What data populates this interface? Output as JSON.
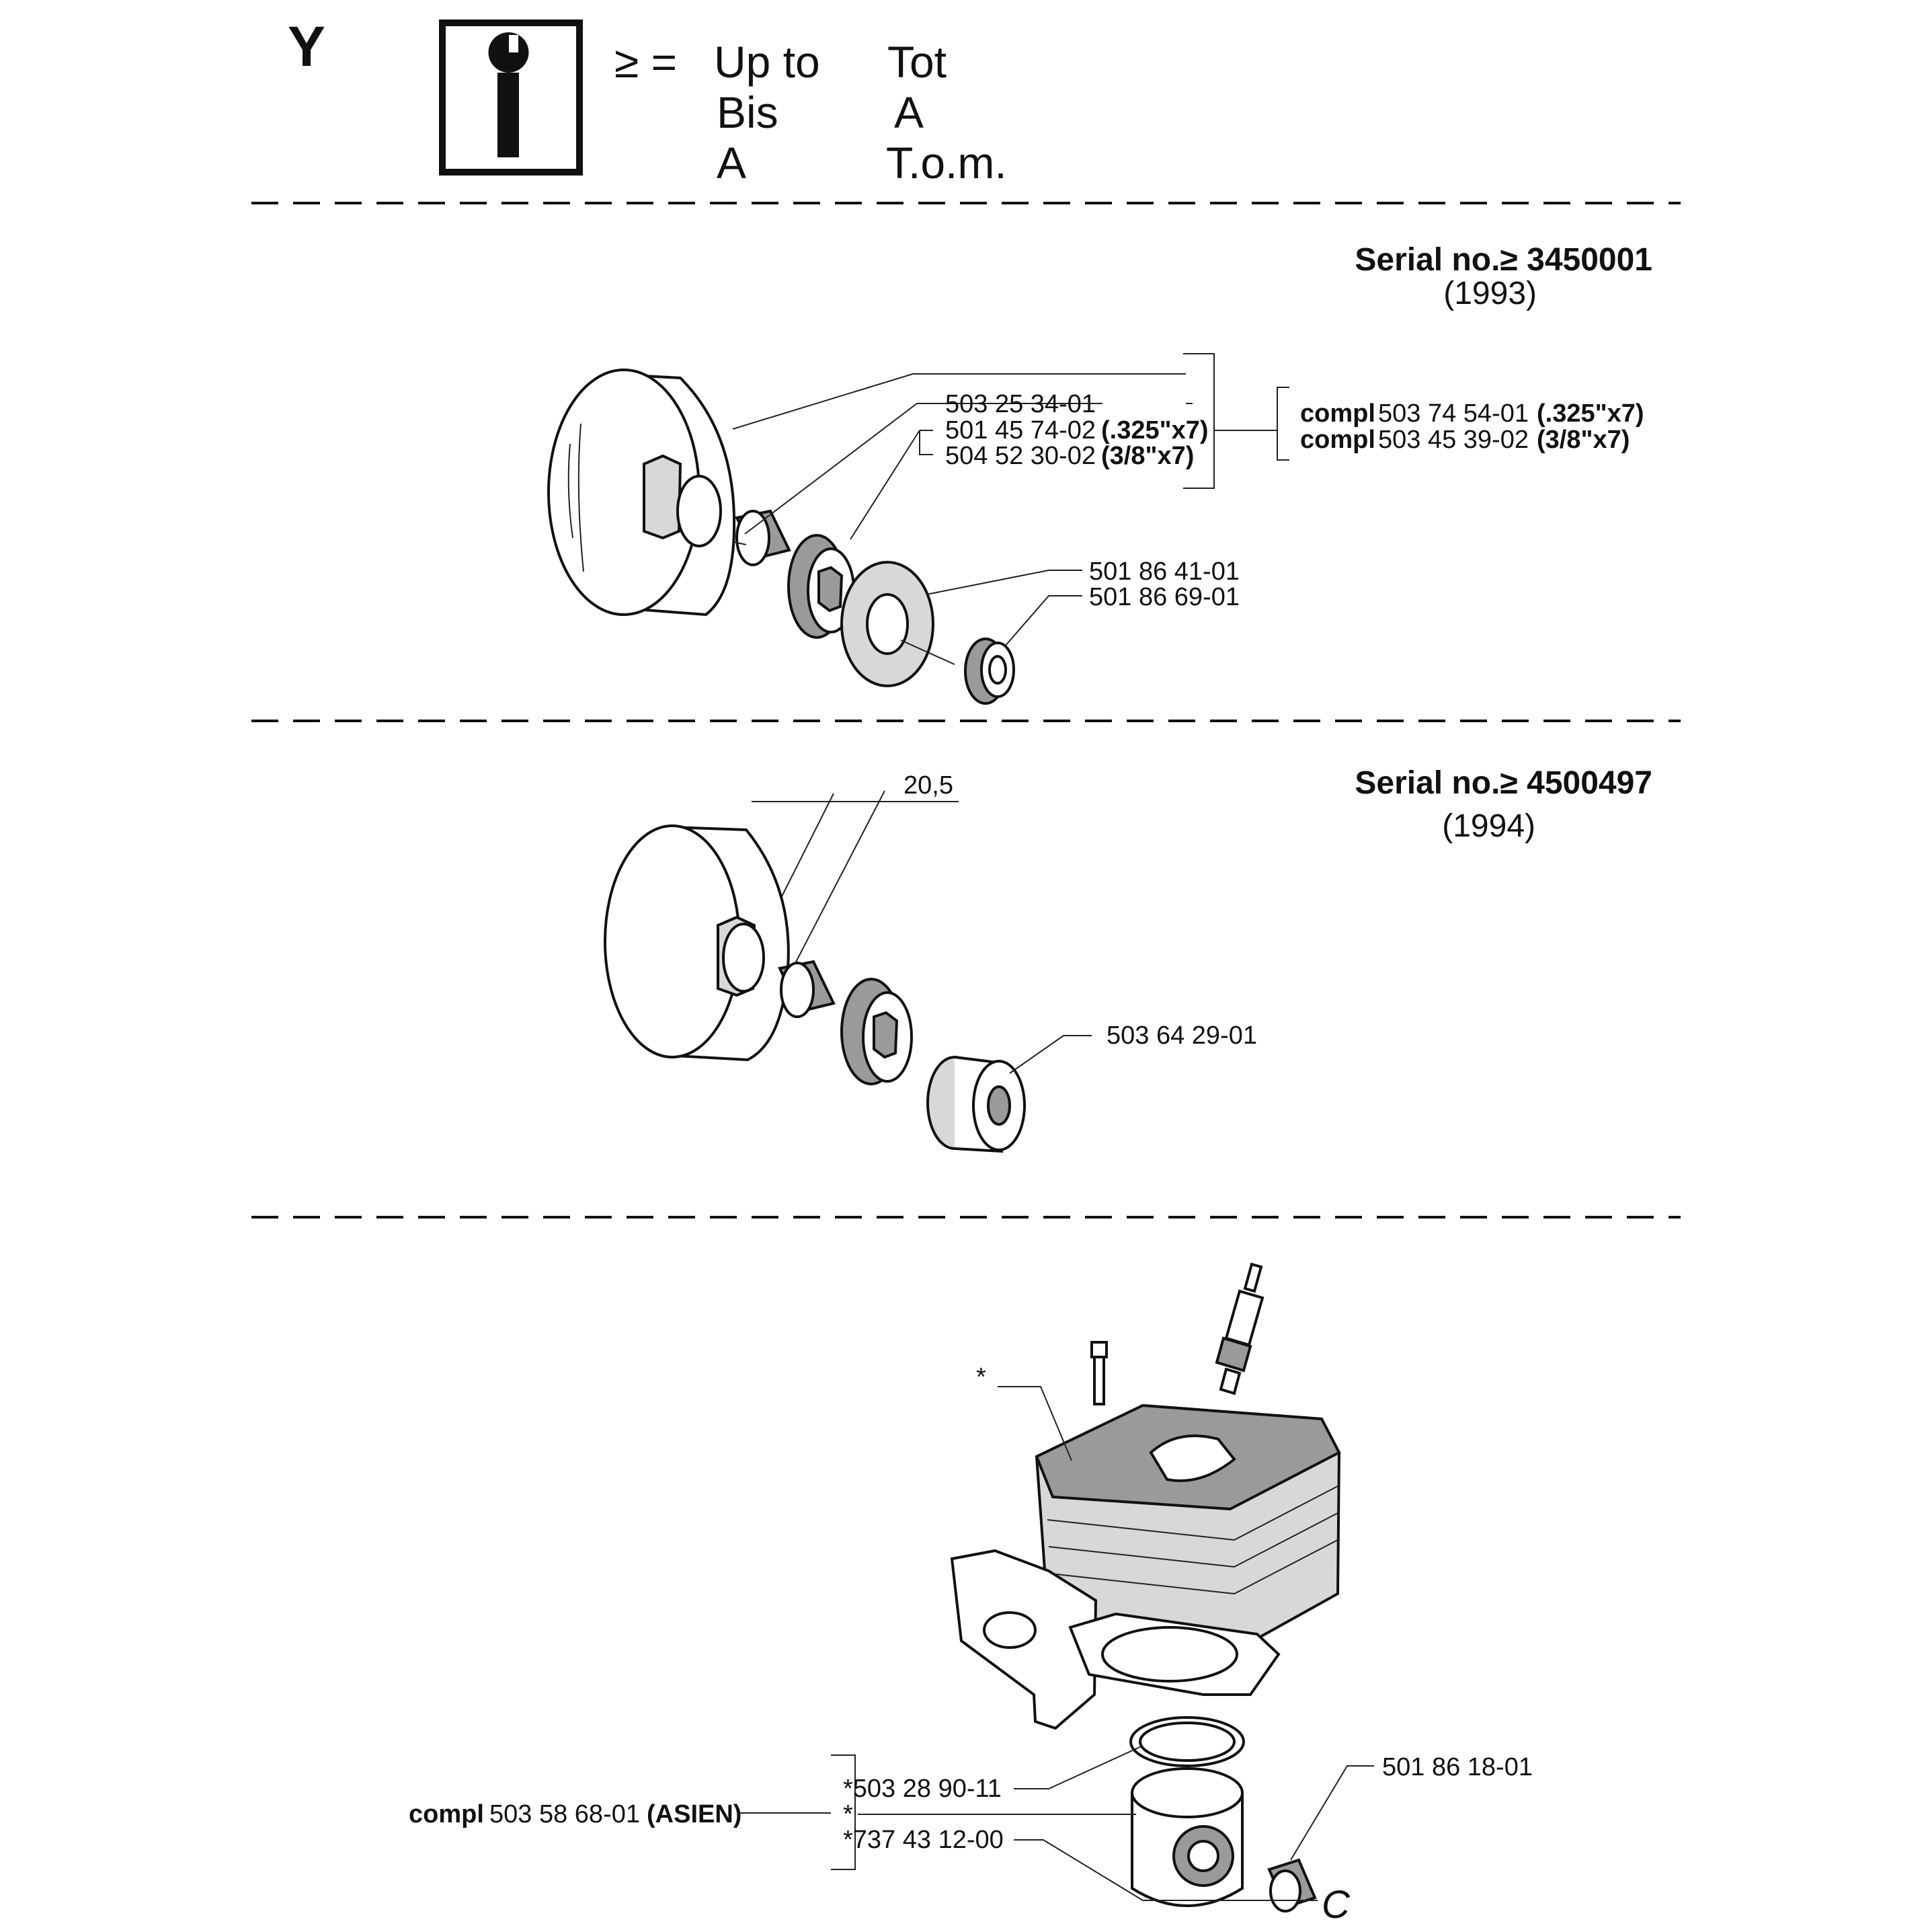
{
  "header": {
    "section_letter": "Y",
    "info_icon": "info-wrench-icon",
    "legend_symbol": "≥ =",
    "legend_rows": [
      {
        "left": "Up to",
        "right": "Tot"
      },
      {
        "left": "Bis",
        "right": "A"
      },
      {
        "left": "A",
        "right": "T.o.m."
      }
    ]
  },
  "section1": {
    "serial": "Serial no.≥ 3450001",
    "year": "(1993)",
    "parts": [
      {
        "code": "503 25 34-01",
        "suffix": ""
      },
      {
        "code": "501 45 74-02",
        "suffix": "(.325\"x7)"
      },
      {
        "code": "504 52 30-02",
        "suffix": "(3/8\"x7)"
      }
    ],
    "compl": [
      {
        "prefix": "compl",
        "code": "503 74 54-01",
        "suffix": "(.325\"x7)"
      },
      {
        "prefix": "compl",
        "code": "503 45 39-02",
        "suffix": "(3/8\"x7)"
      }
    ],
    "parts_lower": [
      {
        "code": "501 86 41-01"
      },
      {
        "code": "501 86 69-01"
      }
    ]
  },
  "section2": {
    "serial": "Serial no.≥ 4500497",
    "year": "(1994)",
    "dimension": "20,5",
    "part": "503 64 29-01"
  },
  "section3": {
    "star_top": "*",
    "compl_prefix": "compl",
    "compl_code": "503 58 68-01",
    "compl_suffix": "(ASIEN)",
    "parts": [
      {
        "code": "*503 28 90-11"
      },
      {
        "code": "*"
      },
      {
        "code": "*737 43 12-00"
      }
    ],
    "bearing": "501 86 18-01",
    "clip_mark": "C"
  }
}
